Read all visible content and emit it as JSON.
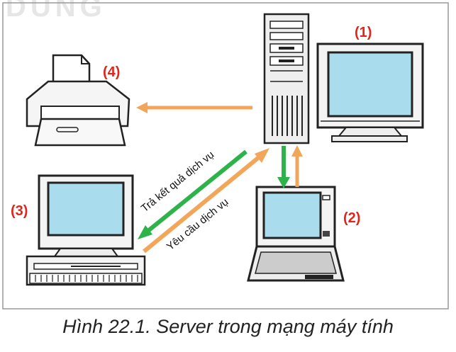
{
  "watermark": "DUNG",
  "labels": {
    "server_monitor": "(1)",
    "laptop": "(2)",
    "client_pc": "(3)",
    "printer": "(4)"
  },
  "arrows": {
    "return_result": "Trả kết quả dịch vụ",
    "request_service": "Yêu cầu dịch vụ"
  },
  "caption": "Hình 22.1. Server trong mạng máy tính",
  "colors": {
    "screen": "#a9dcec",
    "arrow_orange": "#f2a65a",
    "arrow_green": "#2eb34a",
    "label_red": "#e0261b"
  }
}
